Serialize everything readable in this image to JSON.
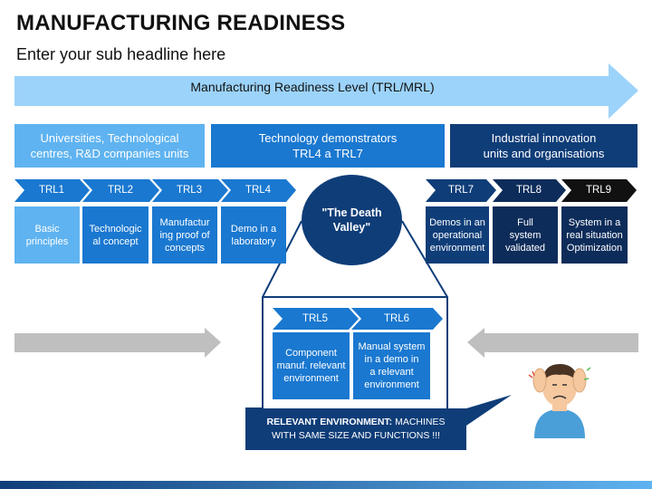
{
  "title": "MANUFACTURING READINESS",
  "subtitle": "Enter your sub headline here",
  "banner": "Manufacturing Readiness Level (TRL/MRL)",
  "groups": {
    "left": [
      "Universities, Technological",
      "centres, R&D companies units"
    ],
    "mid": [
      "Technology demonstrators",
      "TRL4 a TRL7"
    ],
    "right": [
      "Industrial innovation",
      "units and organisations"
    ]
  },
  "trl": {
    "t1": "TRL1",
    "t2": "TRL2",
    "t3": "TRL3",
    "t4": "TRL4",
    "t5": "TRL5",
    "t6": "TRL6",
    "t7": "TRL7",
    "t8": "TRL8",
    "t9": "TRL9"
  },
  "cards": {
    "c1": [
      "Basic",
      "principles"
    ],
    "c2": [
      "Technologic",
      "al concept"
    ],
    "c3": [
      "Manufactur",
      "ing proof of",
      "concepts"
    ],
    "c4": [
      "Demo in a",
      "laboratory"
    ],
    "c5": [
      "Component",
      "manuf. relevant",
      "environment"
    ],
    "c6": [
      "Manual system",
      "in a demo in",
      "a relevant",
      "environment"
    ],
    "c7": [
      "Demos in an",
      "operational",
      "environment"
    ],
    "c8": [
      "Full",
      "system",
      "validated"
    ],
    "c9": [
      "System in a",
      "real situation",
      "Optimization"
    ]
  },
  "death_valley": [
    "\"The Death",
    "Valley\""
  ],
  "note": {
    "bold": "RELEVANT ENVIRONMENT:",
    "rest": " MACHINES",
    "line2": "WITH SAME SIZE AND FUNCTIONS !!!"
  },
  "colors": {
    "light": "#5fb3f0",
    "mid": "#1a78d0",
    "dark": "#0f3d78",
    "darker": "#0d2c5a",
    "black": "#111111",
    "gray": "#bfbfbf",
    "banner": "#9cd3fb"
  }
}
